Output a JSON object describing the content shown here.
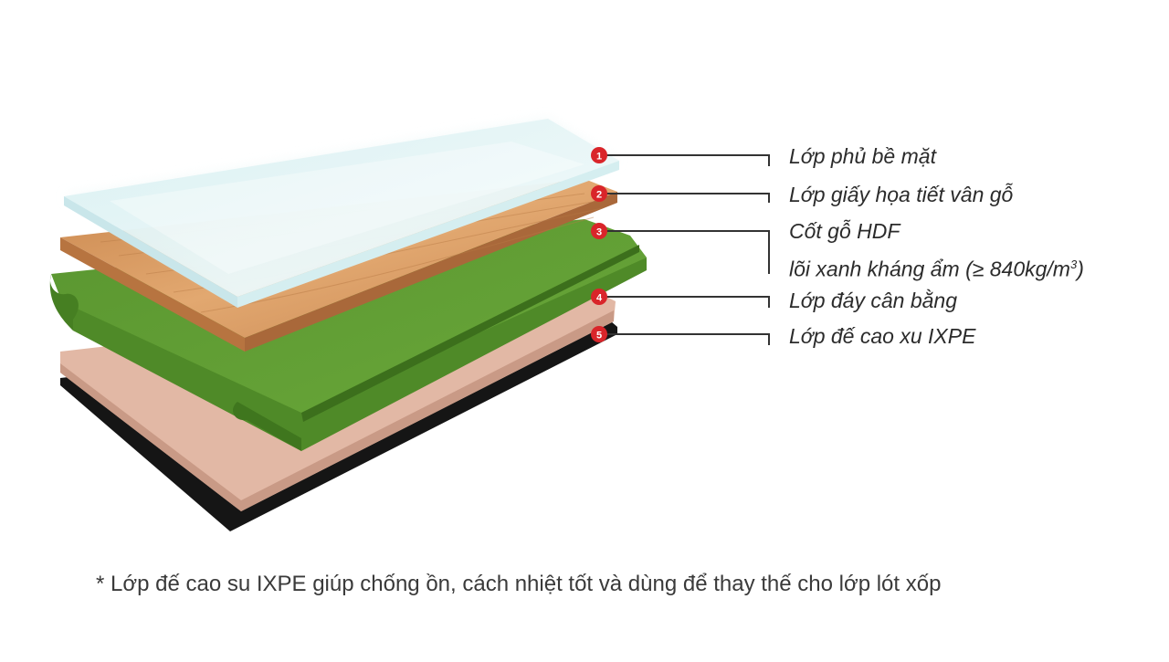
{
  "layers": [
    {
      "number": "1",
      "label": "Lớp phủ bề mặt"
    },
    {
      "number": "2",
      "label": "Lớp giấy họa tiết vân gỗ"
    },
    {
      "number": "3",
      "label": "Cốt gỗ HDF",
      "label_line2": "lõi xanh kháng ẩm (≥ 840kg/m",
      "label_sup": "3",
      "label_close": ")"
    },
    {
      "number": "4",
      "label": "Lớp đáy cân bằng"
    },
    {
      "number": "5",
      "label": "Lớp đế cao xu IXPE"
    }
  ],
  "footnote": "* Lớp đế cao su IXPE giúp chống ồn, cách nhiệt tốt và dùng để thay thế cho lớp lót xốp",
  "colors": {
    "marker_red": "#d9252a",
    "leader_line": "#333333",
    "overlay_layer": "#e8f4f4",
    "wood_layer": "#d99a62",
    "hdf_core": "#5f9a32",
    "balance_layer": "#e0b7a4",
    "ixpe_base": "#141414"
  }
}
